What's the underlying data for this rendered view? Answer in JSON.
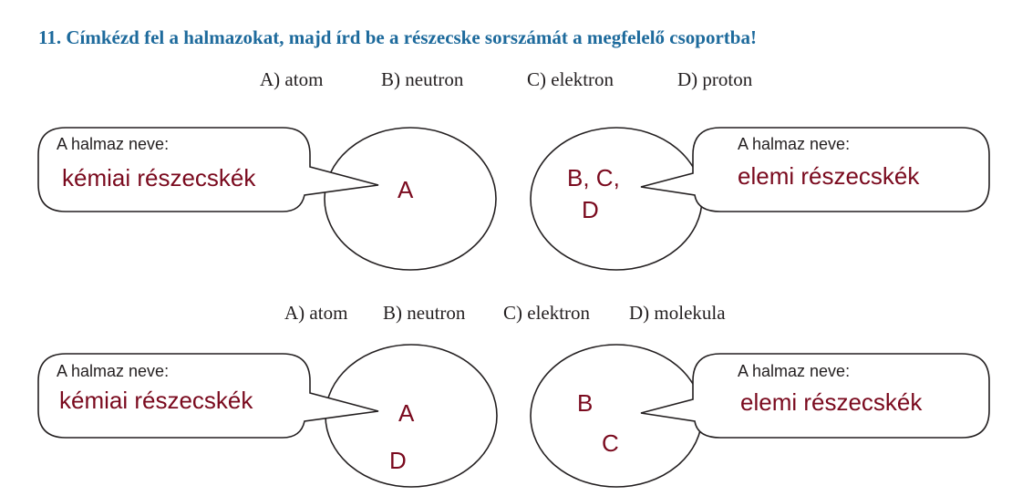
{
  "title": "11. Címkézd fel a halmazokat, majd írd be a részecske sorszámát a megfelelő csoportba!",
  "section1": {
    "options": [
      "A) atom",
      "B) neutron",
      "C) elektron",
      "D) proton"
    ],
    "left": {
      "label": "A halmaz neve:",
      "name": "kémiai részecskék",
      "members": [
        "A"
      ]
    },
    "right": {
      "label": "A halmaz neve:",
      "name": "elemi részecskék",
      "members": [
        "B, C,",
        "D"
      ]
    }
  },
  "section2": {
    "options": [
      "A) atom",
      "B) neutron",
      "C) elektron",
      "D) molekula"
    ],
    "left": {
      "label": "A halmaz neve:",
      "name": "kémiai részecskék",
      "members": [
        "A",
        "D"
      ]
    },
    "right": {
      "label": "A halmaz neve:",
      "name": "elemi részecskék",
      "members": [
        "B",
        "C"
      ]
    }
  },
  "colors": {
    "title": "#1d6a9c",
    "answer": "#7a0a1e"
  }
}
